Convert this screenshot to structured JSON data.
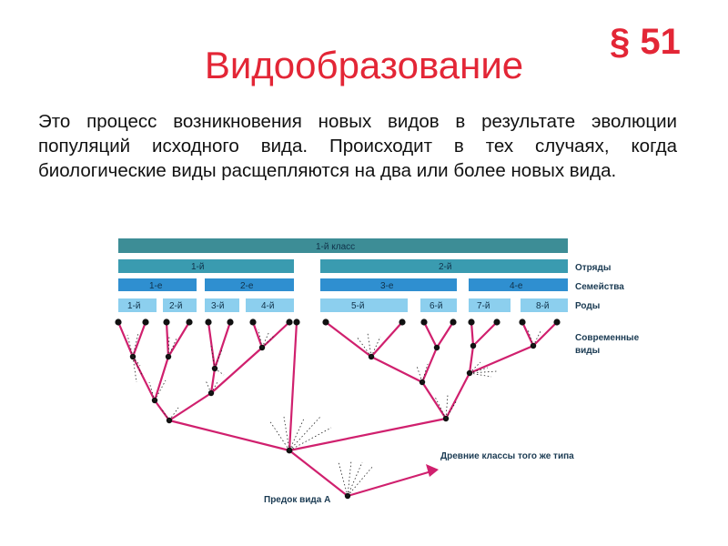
{
  "slide": {
    "title": "Видообразование",
    "section": "§ 51",
    "paragraph": "Это процесс возникновения новых видов в результате эволюции популяций исходного вида. Происходит в тех случаях, когда биологические виды расщепляются на два или более новых вида."
  },
  "diagram": {
    "class_label": "1-й класс",
    "orders": [
      "1-й",
      "2-й"
    ],
    "families": [
      "1-е",
      "2-е",
      "3-е",
      "4-е"
    ],
    "genera": [
      "1-й",
      "2-й",
      "3-й",
      "4-й",
      "5-й",
      "6-й",
      "7-й",
      "8-й"
    ],
    "side_labels": {
      "orders": "Отряды",
      "families": "Семейства",
      "genera": "Роды",
      "species_line1": "Современные",
      "species_line2": "виды"
    },
    "ancient_label": "Древние классы того же типа",
    "ancestor_label": "Предок вида А",
    "colors": {
      "class_bar": "#3d8d96",
      "order_bar": "#3a9bb0",
      "family_bar": "#2f8fd0",
      "genus_bar": "#8ccfee",
      "branch": "#d0206e",
      "node": "#111111"
    }
  }
}
